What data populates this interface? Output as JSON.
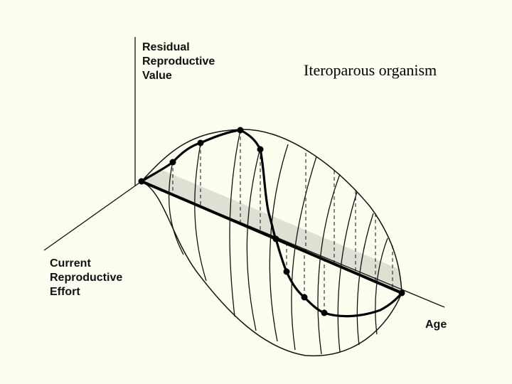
{
  "title": "Iteroparous organism",
  "axes": {
    "vertical": [
      "Residual",
      "Reproductive",
      "Value"
    ],
    "depth": [
      "Current",
      "Reproductive",
      "Effort"
    ],
    "horizontal": "Age"
  },
  "colors": {
    "background": "#fefef0",
    "ink": "#111111"
  }
}
